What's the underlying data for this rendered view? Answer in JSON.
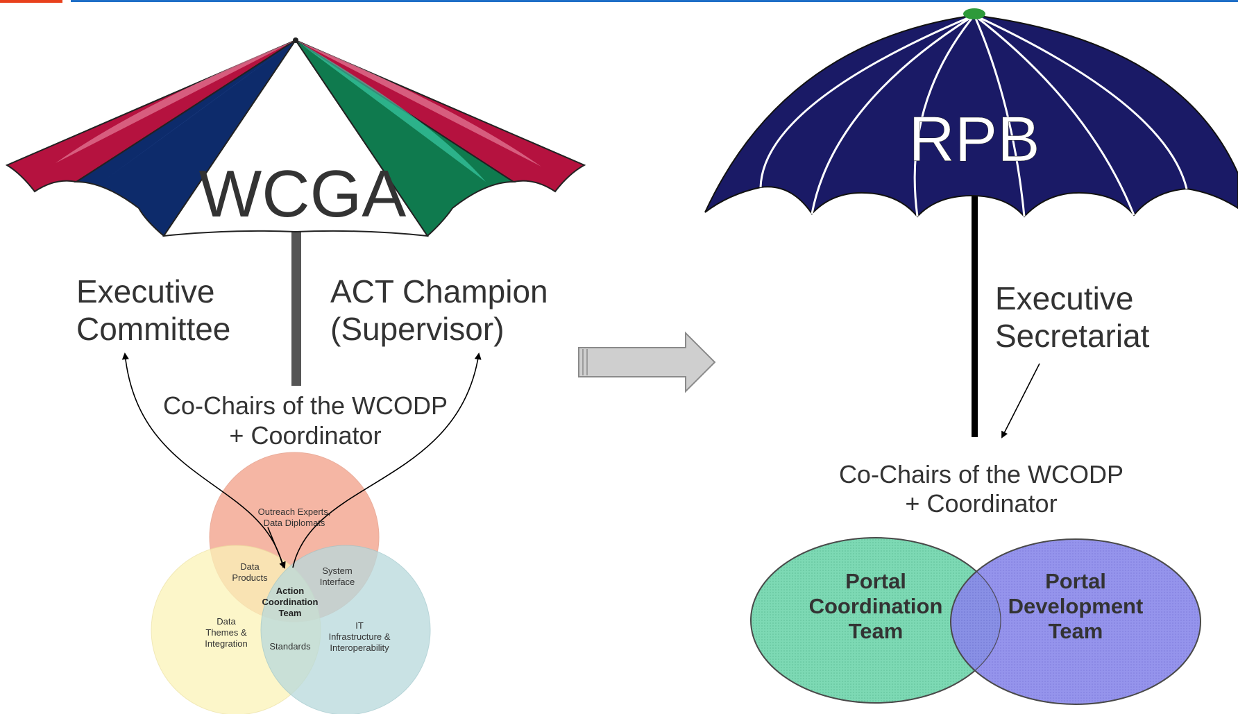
{
  "header": {
    "accent_color": "#e8401c",
    "rule_color": "#1f6fc7"
  },
  "left": {
    "umbrella_title": "WCGA",
    "umbrella_colors": [
      "#b5123f",
      "#0d2b6b",
      "#ffffff",
      "#0f7a4e",
      "#3fd7b2"
    ],
    "executive_committee": [
      "Executive",
      "Committee"
    ],
    "act_champion": [
      "ACT Champion",
      "(Supervisor)"
    ],
    "cochairs": [
      "Co-Chairs of the WCODP",
      "+ Coordinator"
    ],
    "venn": {
      "top": [
        "Outreach Experts,",
        "Data Diplomats"
      ],
      "top_left": [
        "Data",
        "Products"
      ],
      "top_right": [
        "System",
        "Interface"
      ],
      "center": [
        "Action",
        "Coordination",
        "Team"
      ],
      "left": [
        "Data",
        "Themes &",
        "Integration"
      ],
      "bottom": [
        "Standards"
      ],
      "right": [
        "IT",
        "Infrastructure &",
        "Interoperability"
      ],
      "colors": [
        "#f3a58e",
        "#fbf3b8",
        "#b8d9dc"
      ]
    }
  },
  "arrow": {
    "color": "#cfcfcf"
  },
  "right": {
    "umbrella_title": "RPB",
    "umbrella_color": "#1a1a66",
    "tip_color": "#2e9a3a",
    "executive_secretariat": [
      "Executive",
      "Secretariat"
    ],
    "cochairs": [
      "Co-Chairs of the WCODP",
      "+ Coordinator"
    ],
    "portal_coordination": [
      "Portal",
      "Coordination",
      "Team"
    ],
    "portal_development": [
      "Portal",
      "Development",
      "Team"
    ],
    "coordination_color": "#7dd9b4",
    "development_color": "#8a88ea"
  }
}
